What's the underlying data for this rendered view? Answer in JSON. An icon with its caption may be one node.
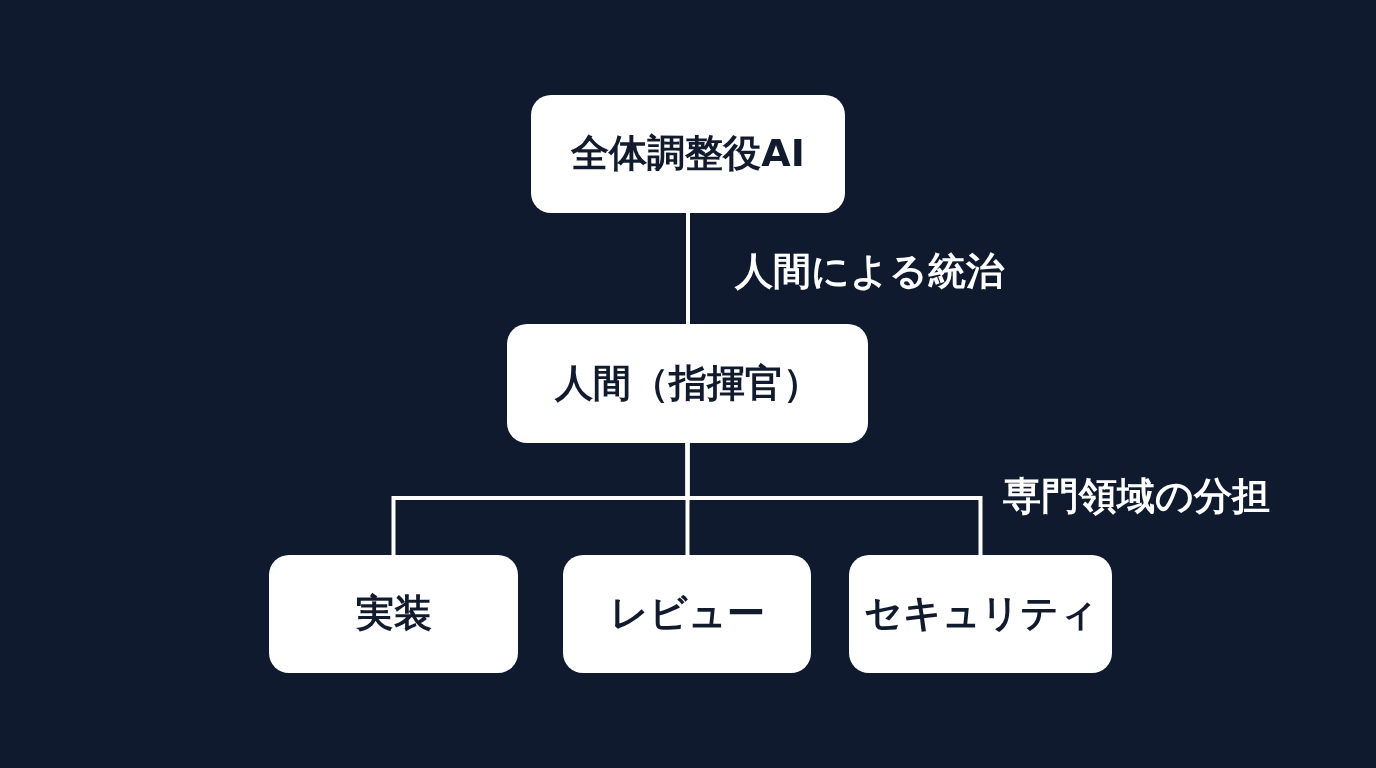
{
  "diagram": {
    "nodes": [
      {
        "text": [
          "全体調整役AI"
        ]
      },
      {
        "text": [
          "人間（指揮官）"
        ]
      },
      {
        "text": [
          "実装"
        ]
      },
      {
        "text": [
          "レビュー"
        ]
      },
      {
        "text": [
          "セキュリティ"
        ]
      }
    ],
    "edges": [
      {
        "from": 0,
        "to": 1,
        "arrow": "none",
        "label": "人間による統治"
      },
      {
        "from": 1,
        "to": 2,
        "arrow": "none"
      },
      {
        "from": 1,
        "to": 3,
        "arrow": "none"
      },
      {
        "from": 1,
        "to": 4,
        "arrow": "none"
      }
    ],
    "labels": [
      "専門領域の分担"
    ]
  }
}
